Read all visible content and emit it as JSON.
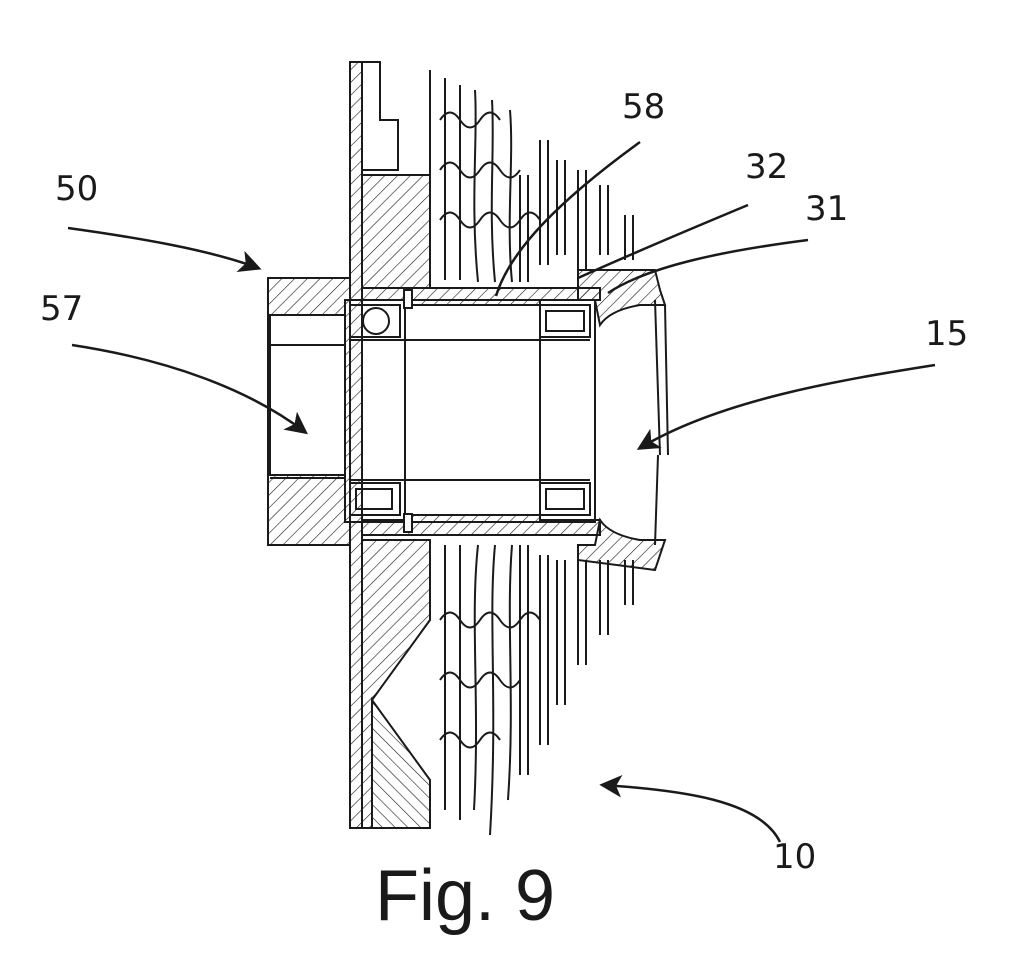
{
  "figure": {
    "caption": "Fig. 9"
  },
  "reference_numerals": {
    "n50": "50",
    "n57": "57",
    "n58": "58",
    "n32": "32",
    "n31": "31",
    "n15": "15",
    "n10": "10"
  },
  "colors": {
    "ink": "#1a1a1a",
    "background": "#ffffff"
  }
}
